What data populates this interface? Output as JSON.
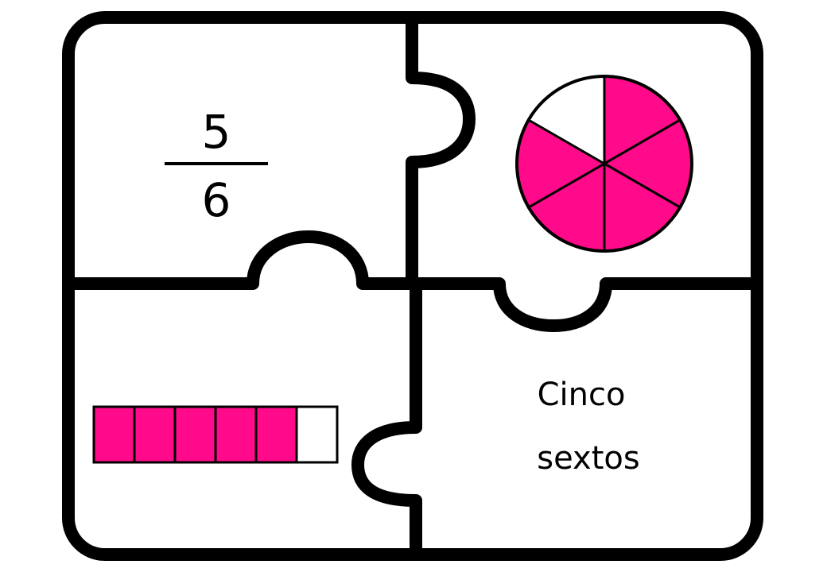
{
  "fraction": {
    "numerator": "5",
    "denominator": "6"
  },
  "words": {
    "line1": "Cinco",
    "line2": "sextos"
  },
  "fraction_value": {
    "shaded_parts": 5,
    "total_parts": 6
  },
  "colors": {
    "filled": "#ff0a8a",
    "empty": "#ffffff",
    "outline": "#000000"
  }
}
